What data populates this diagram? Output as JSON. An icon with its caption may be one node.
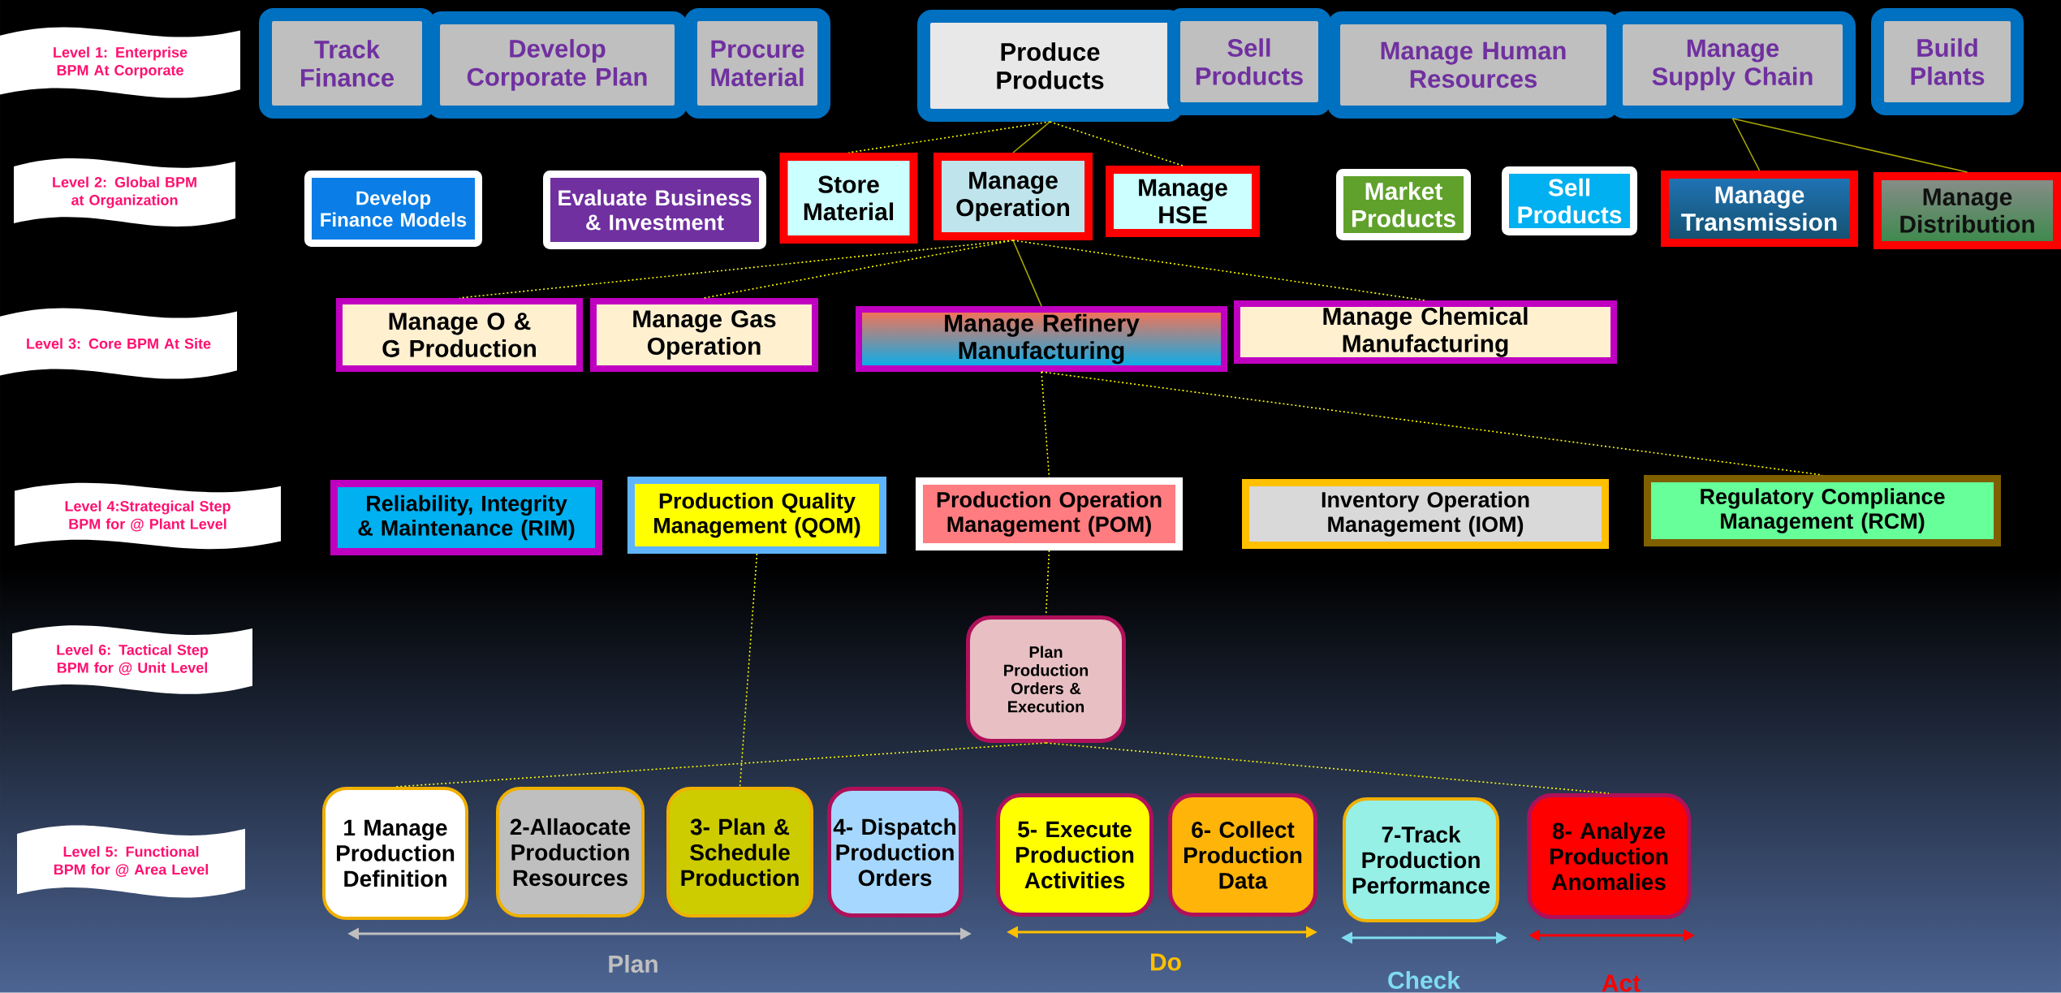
{
  "diagram": {
    "nodes": [
      {
        "text": [
          "Level 1: Enterprise BPM At Corporate"
        ]
      },
      {
        "text": [
          "Level 2: Global BPM at Organization"
        ]
      },
      {
        "text": [
          "Level 3: Core BPM At Site"
        ]
      },
      {
        "text": [
          "Level 4:Strategical Step BPM for @ Plant Level"
        ]
      },
      {
        "text": [
          "Level 6: Tactical Step BPM for @ Unit Level"
        ]
      },
      {
        "text": [
          "Level 5: Functional BPM for @ Area Level"
        ]
      },
      {
        "text": [
          "Track Finance"
        ]
      },
      {
        "text": [
          "Develop Corporate Plan"
        ]
      },
      {
        "text": [
          "Procure Material"
        ]
      },
      {
        "text": [
          "Produce Products"
        ]
      },
      {
        "text": [
          "Sell Products"
        ]
      },
      {
        "text": [
          "Manage Human Resources"
        ]
      },
      {
        "text": [
          "Manage Supply Chain"
        ]
      },
      {
        "text": [
          "Build Plants"
        ]
      },
      {
        "text": [
          "Develop Finance Models"
        ]
      },
      {
        "text": [
          "Evaluate Business & Investment"
        ]
      },
      {
        "text": [
          "Store Material"
        ]
      },
      {
        "text": [
          "Manage Operation"
        ]
      },
      {
        "text": [
          "Manage HSE"
        ]
      },
      {
        "text": [
          "Market Products"
        ]
      },
      {
        "text": [
          "Sell Products"
        ]
      },
      {
        "text": [
          "Manage Transmission"
        ]
      },
      {
        "text": [
          "Manage Distribution"
        ]
      },
      {
        "text": [
          "Manage O & G Production"
        ]
      },
      {
        "text": [
          "Manage Gas Operation"
        ]
      },
      {
        "text": [
          "Manage Refinery Manufacturing"
        ]
      },
      {
        "text": [
          "Manage Chemical Manufacturing"
        ]
      },
      {
        "text": [
          "Reliability, Integrity & Maintenance (RIM)"
        ]
      },
      {
        "text": [
          "Production Quality Management (QOM)"
        ]
      },
      {
        "text": [
          "Production Operation Management (POM)"
        ]
      },
      {
        "text": [
          "Inventory Operation Management (IOM)"
        ]
      },
      {
        "text": [
          "Regulatory Compliance Management (RCM)"
        ]
      },
      {
        "text": [
          "Plan Production Orders & Execution"
        ]
      },
      {
        "text": [
          "1 Manage Production Definition"
        ]
      },
      {
        "text": [
          "2-Allaocate Production Resources"
        ]
      },
      {
        "text": [
          "3- Plan & Schedule Production"
        ]
      },
      {
        "text": [
          "4- Dispatch Production Orders"
        ]
      },
      {
        "text": [
          "5- Execute Production Activities"
        ]
      },
      {
        "text": [
          "6- Collect Production Data"
        ]
      },
      {
        "text": [
          "7-Track Production Performance"
        ]
      },
      {
        "text": [
          "8- Analyze Production Anomalies"
        ]
      }
    ],
    "edges": [
      {
        "from": 9,
        "to": 16,
        "arrow": "none",
        "style": "dashed"
      },
      {
        "from": 9,
        "to": 17,
        "arrow": "none",
        "color": "#a8a800"
      },
      {
        "from": 9,
        "to": 18,
        "arrow": "none",
        "style": "dashed"
      },
      {
        "from": 12,
        "to": 21,
        "arrow": "none",
        "color": "#a8a800"
      },
      {
        "from": 12,
        "to": 22,
        "arrow": "none",
        "color": "#a8a800"
      },
      {
        "from": 17,
        "to": 23,
        "arrow": "none",
        "style": "dashed"
      },
      {
        "from": 17,
        "to": 24,
        "arrow": "none",
        "style": "dashed"
      },
      {
        "from": 17,
        "to": 25,
        "arrow": "none",
        "color": "#a8a800"
      },
      {
        "from": 17,
        "to": 26,
        "arrow": "none",
        "style": "dashed"
      },
      {
        "from": 25,
        "to": 29,
        "arrow": "none",
        "style": "dashed"
      },
      {
        "from": 25,
        "to": 31,
        "arrow": "none",
        "style": "dashed"
      },
      {
        "from": 29,
        "to": 32,
        "arrow": "none",
        "style": "dashed"
      },
      {
        "from": 28,
        "to": 35,
        "arrow": "none",
        "style": "dashed"
      },
      {
        "from": 32,
        "to": 33,
        "arrow": "none",
        "style": "dashed"
      },
      {
        "from": 32,
        "to": 40,
        "arrow": "none",
        "style": "dashed"
      }
    ],
    "labels": [
      "Plan",
      "Do",
      "Check",
      "Act"
    ]
  }
}
